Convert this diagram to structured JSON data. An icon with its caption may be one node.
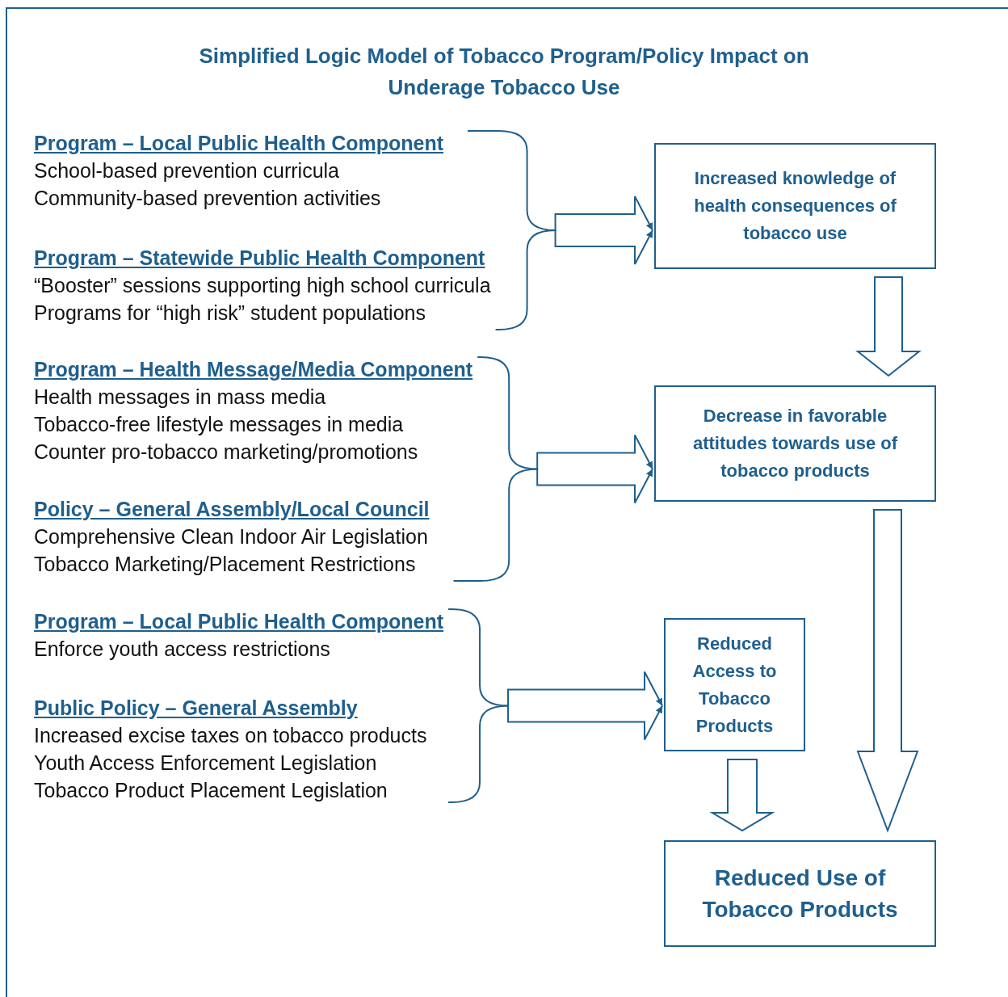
{
  "diagram": {
    "title": "Simplified Logic Model of Tobacco Program/Policy Impact on Underage Tobacco Use",
    "nodes": [
      {
        "text": [
          "Program – Local Public Health Component",
          "School-based prevention curricula",
          "Community-based prevention activities"
        ]
      },
      {
        "text": [
          "Program – Statewide Public Health Component",
          "“Booster” sessions supporting high school curricula",
          "Programs for “high risk” student populations"
        ]
      },
      {
        "text": [
          "Program – Health Message/Media Component",
          "Health messages in mass media",
          "Tobacco-free lifestyle messages in media",
          "Counter pro-tobacco marketing/promotions"
        ]
      },
      {
        "text": [
          "Policy – General Assembly/Local Council",
          "Comprehensive Clean Indoor Air Legislation",
          "Tobacco Marketing/Placement Restrictions"
        ]
      },
      {
        "text": [
          "Program – Local Public Health Component",
          "Enforce youth access restrictions"
        ]
      },
      {
        "text": [
          "Public Policy – General Assembly",
          "Increased excise taxes on tobacco products",
          "Youth Access Enforcement Legislation",
          "Tobacco Product Placement Legislation"
        ]
      },
      {
        "text": [
          "Increased knowledge of health consequences of tobacco use"
        ]
      },
      {
        "text": [
          "Decrease in favorable attitudes towards use of tobacco products"
        ]
      },
      {
        "text": [
          "Reduced Access to Tobacco Products"
        ]
      },
      {
        "text": [
          "Reduced Use of Tobacco Products"
        ]
      }
    ],
    "edges": [
      {
        "from": 0,
        "to": 6,
        "arrow": "to"
      },
      {
        "from": 1,
        "to": 6,
        "arrow": "to"
      },
      {
        "from": 2,
        "to": 7,
        "arrow": "to"
      },
      {
        "from": 3,
        "to": 7,
        "arrow": "to"
      },
      {
        "from": 4,
        "to": 8,
        "arrow": "to"
      },
      {
        "from": 5,
        "to": 8,
        "arrow": "to"
      },
      {
        "from": 6,
        "to": 7,
        "arrow": "to"
      },
      {
        "from": 7,
        "to": 9,
        "arrow": "to"
      },
      {
        "from": 8,
        "to": 9,
        "arrow": "to"
      }
    ]
  }
}
